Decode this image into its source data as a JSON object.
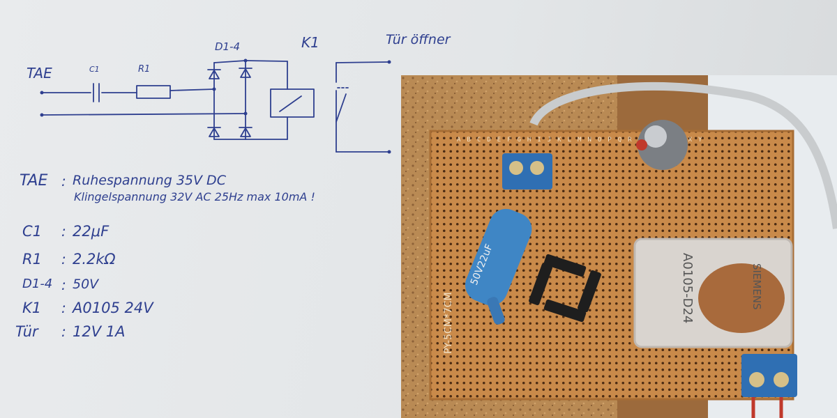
{
  "schematic": {
    "labels": {
      "tae": "TAE",
      "c1": "C1",
      "r1": "R1",
      "d14": "D1-4",
      "k1": "K1",
      "tuer_oeffner": "Tür öffner"
    }
  },
  "specs": [
    {
      "key": "TAE",
      "sep": ":",
      "value": "Ruhespannung 35V DC"
    },
    {
      "key": "",
      "sep": "",
      "value": "Klingelspannung 32V AC 25Hz   max 10mA !"
    },
    {
      "key": "C1",
      "sep": ":",
      "value": "22μF"
    },
    {
      "key": "R1",
      "sep": ":",
      "value": "2.2kΩ"
    },
    {
      "key": "D1-4",
      "sep": ":",
      "value": "50V"
    },
    {
      "key": "K1",
      "sep": ":",
      "value": "A0105  24V"
    },
    {
      "key": "Tür",
      "sep": ":",
      "value": "12V  1A"
    }
  ],
  "photo": {
    "board_text": "PY-5CM*7CM",
    "board_letters_top": "ABCDEFGHIJKLMNOPQRSTUVWXY",
    "capacitor_text": "50V22uF",
    "relay_brand": "SIEMENS",
    "relay_model": "A0105-D24"
  },
  "colors": {
    "ink": "#2e3f8f",
    "board": "#c98a4a",
    "cork": "#b98a54",
    "terminal": "#2f6fb3"
  }
}
